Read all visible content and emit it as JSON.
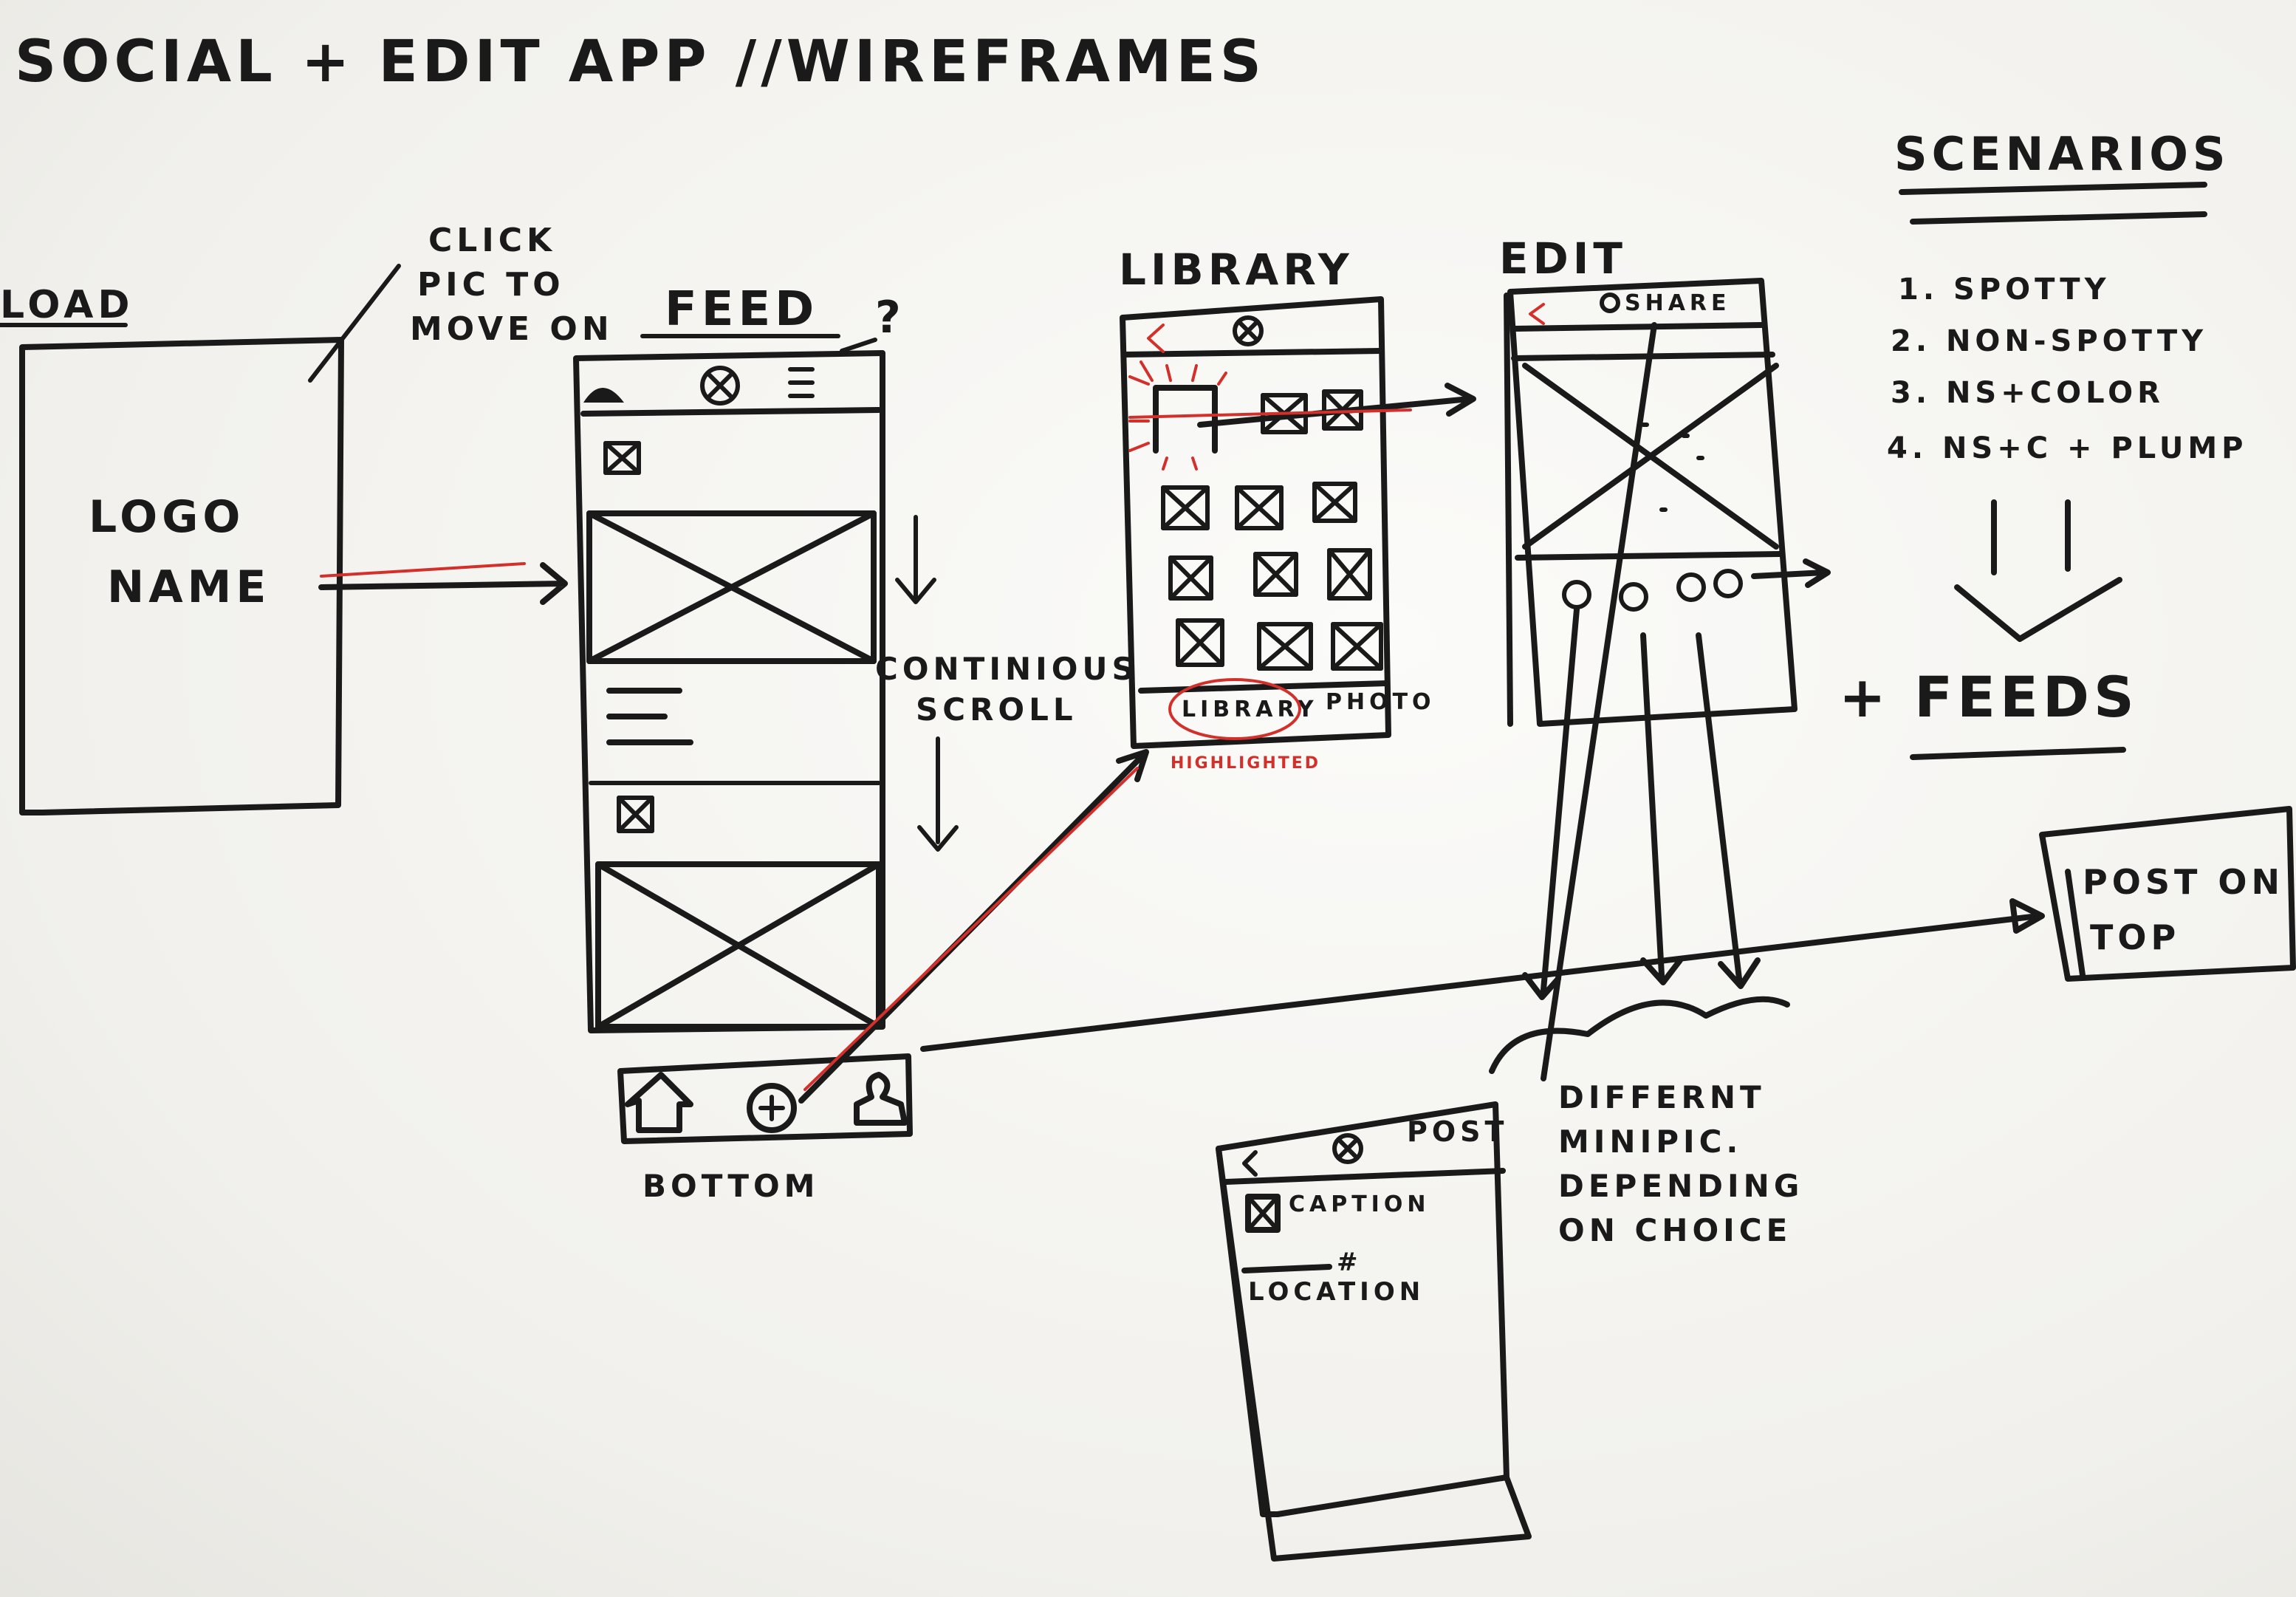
{
  "title": "SOCIAL + EDIT APP //WIREFRAMES",
  "screens": {
    "load": {
      "heading": "LOAD",
      "logo": "LOGO",
      "name": "NAME"
    },
    "feed": {
      "heading": "FEED",
      "question": "?"
    },
    "library": {
      "heading": "LIBRARY",
      "tab_library": "LIBRARY",
      "tab_photo": "PHOTO",
      "highlight_note": "HIGHLIGHTED"
    },
    "edit": {
      "heading": "EDIT",
      "share": "SHARE"
    },
    "post": {
      "title": "POST",
      "caption": "CAPTION",
      "hashtag": "#",
      "location": "LOCATION"
    }
  },
  "notes": {
    "click_pic": [
      "CLICK",
      "PIC TO",
      "MOVE ON"
    ],
    "continuous_scroll": [
      "CONTINIOUS",
      "SCROLL"
    ],
    "bottom": "BOTTOM",
    "different_minipic": [
      "DIFFERNT",
      "MINIPIC.",
      "DEPENDING",
      "ON CHOICE"
    ],
    "post_on_top": [
      "POST ON",
      "TOP"
    ],
    "feeds": "+ FEEDS"
  },
  "scenarios": {
    "heading": "SCENARIOS",
    "items": [
      "1. SPOTTY",
      "2. NON-SPOTTY",
      "3. NS+COLOR",
      "4. NS+C + PLUMP"
    ]
  },
  "colors": {
    "ink": "#1a1a1a",
    "accent_red": "#d4302b",
    "paper": "#f3f2ef"
  }
}
